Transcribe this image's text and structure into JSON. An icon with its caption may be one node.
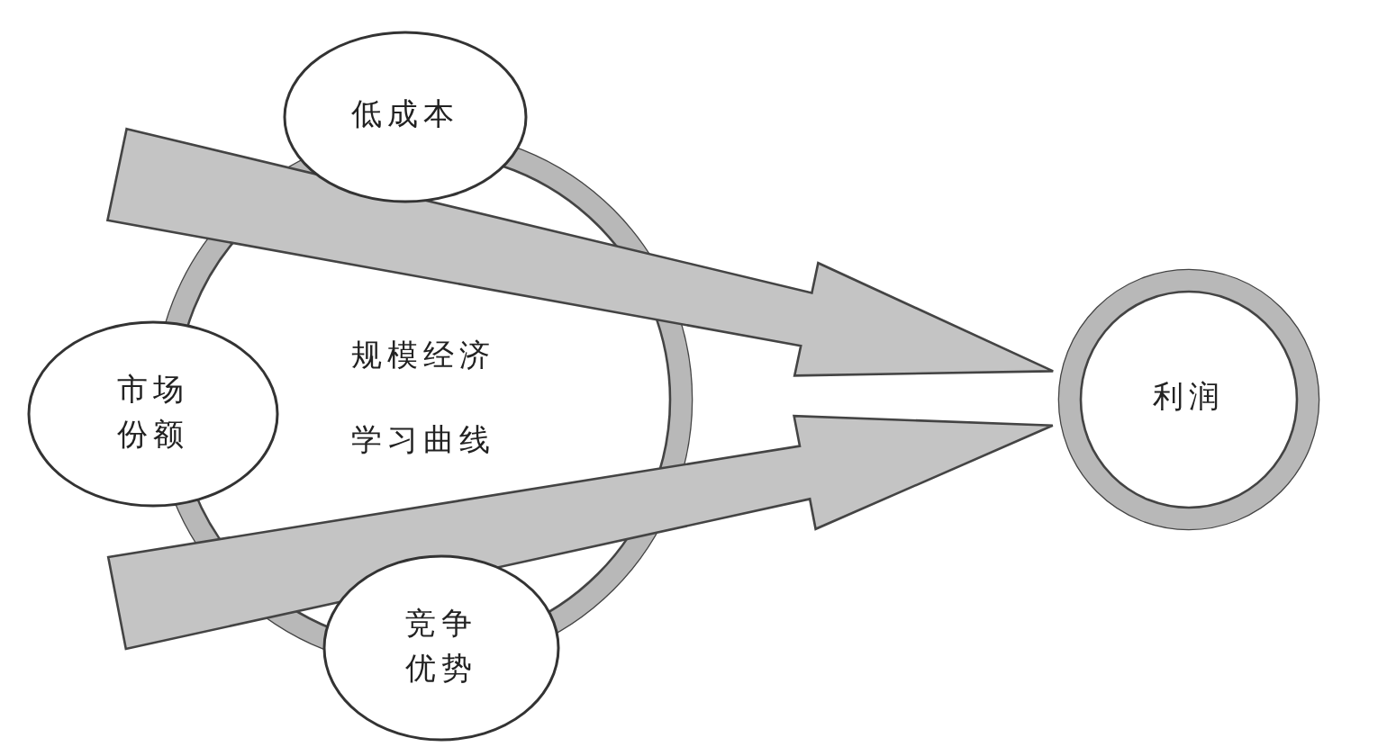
{
  "diagram": {
    "nodes": [
      {
        "text": [
          "规模经济",
          "学习曲线"
        ]
      },
      {
        "text": [
          "低成本"
        ]
      },
      {
        "text": [
          "市场份额"
        ]
      },
      {
        "text": [
          "竞争优势"
        ]
      },
      {
        "text": [
          "利润"
        ]
      }
    ],
    "edges": [
      {
        "from": null,
        "to": 4,
        "arrow": "to"
      },
      {
        "from": null,
        "to": 4,
        "arrow": "to"
      }
    ]
  }
}
